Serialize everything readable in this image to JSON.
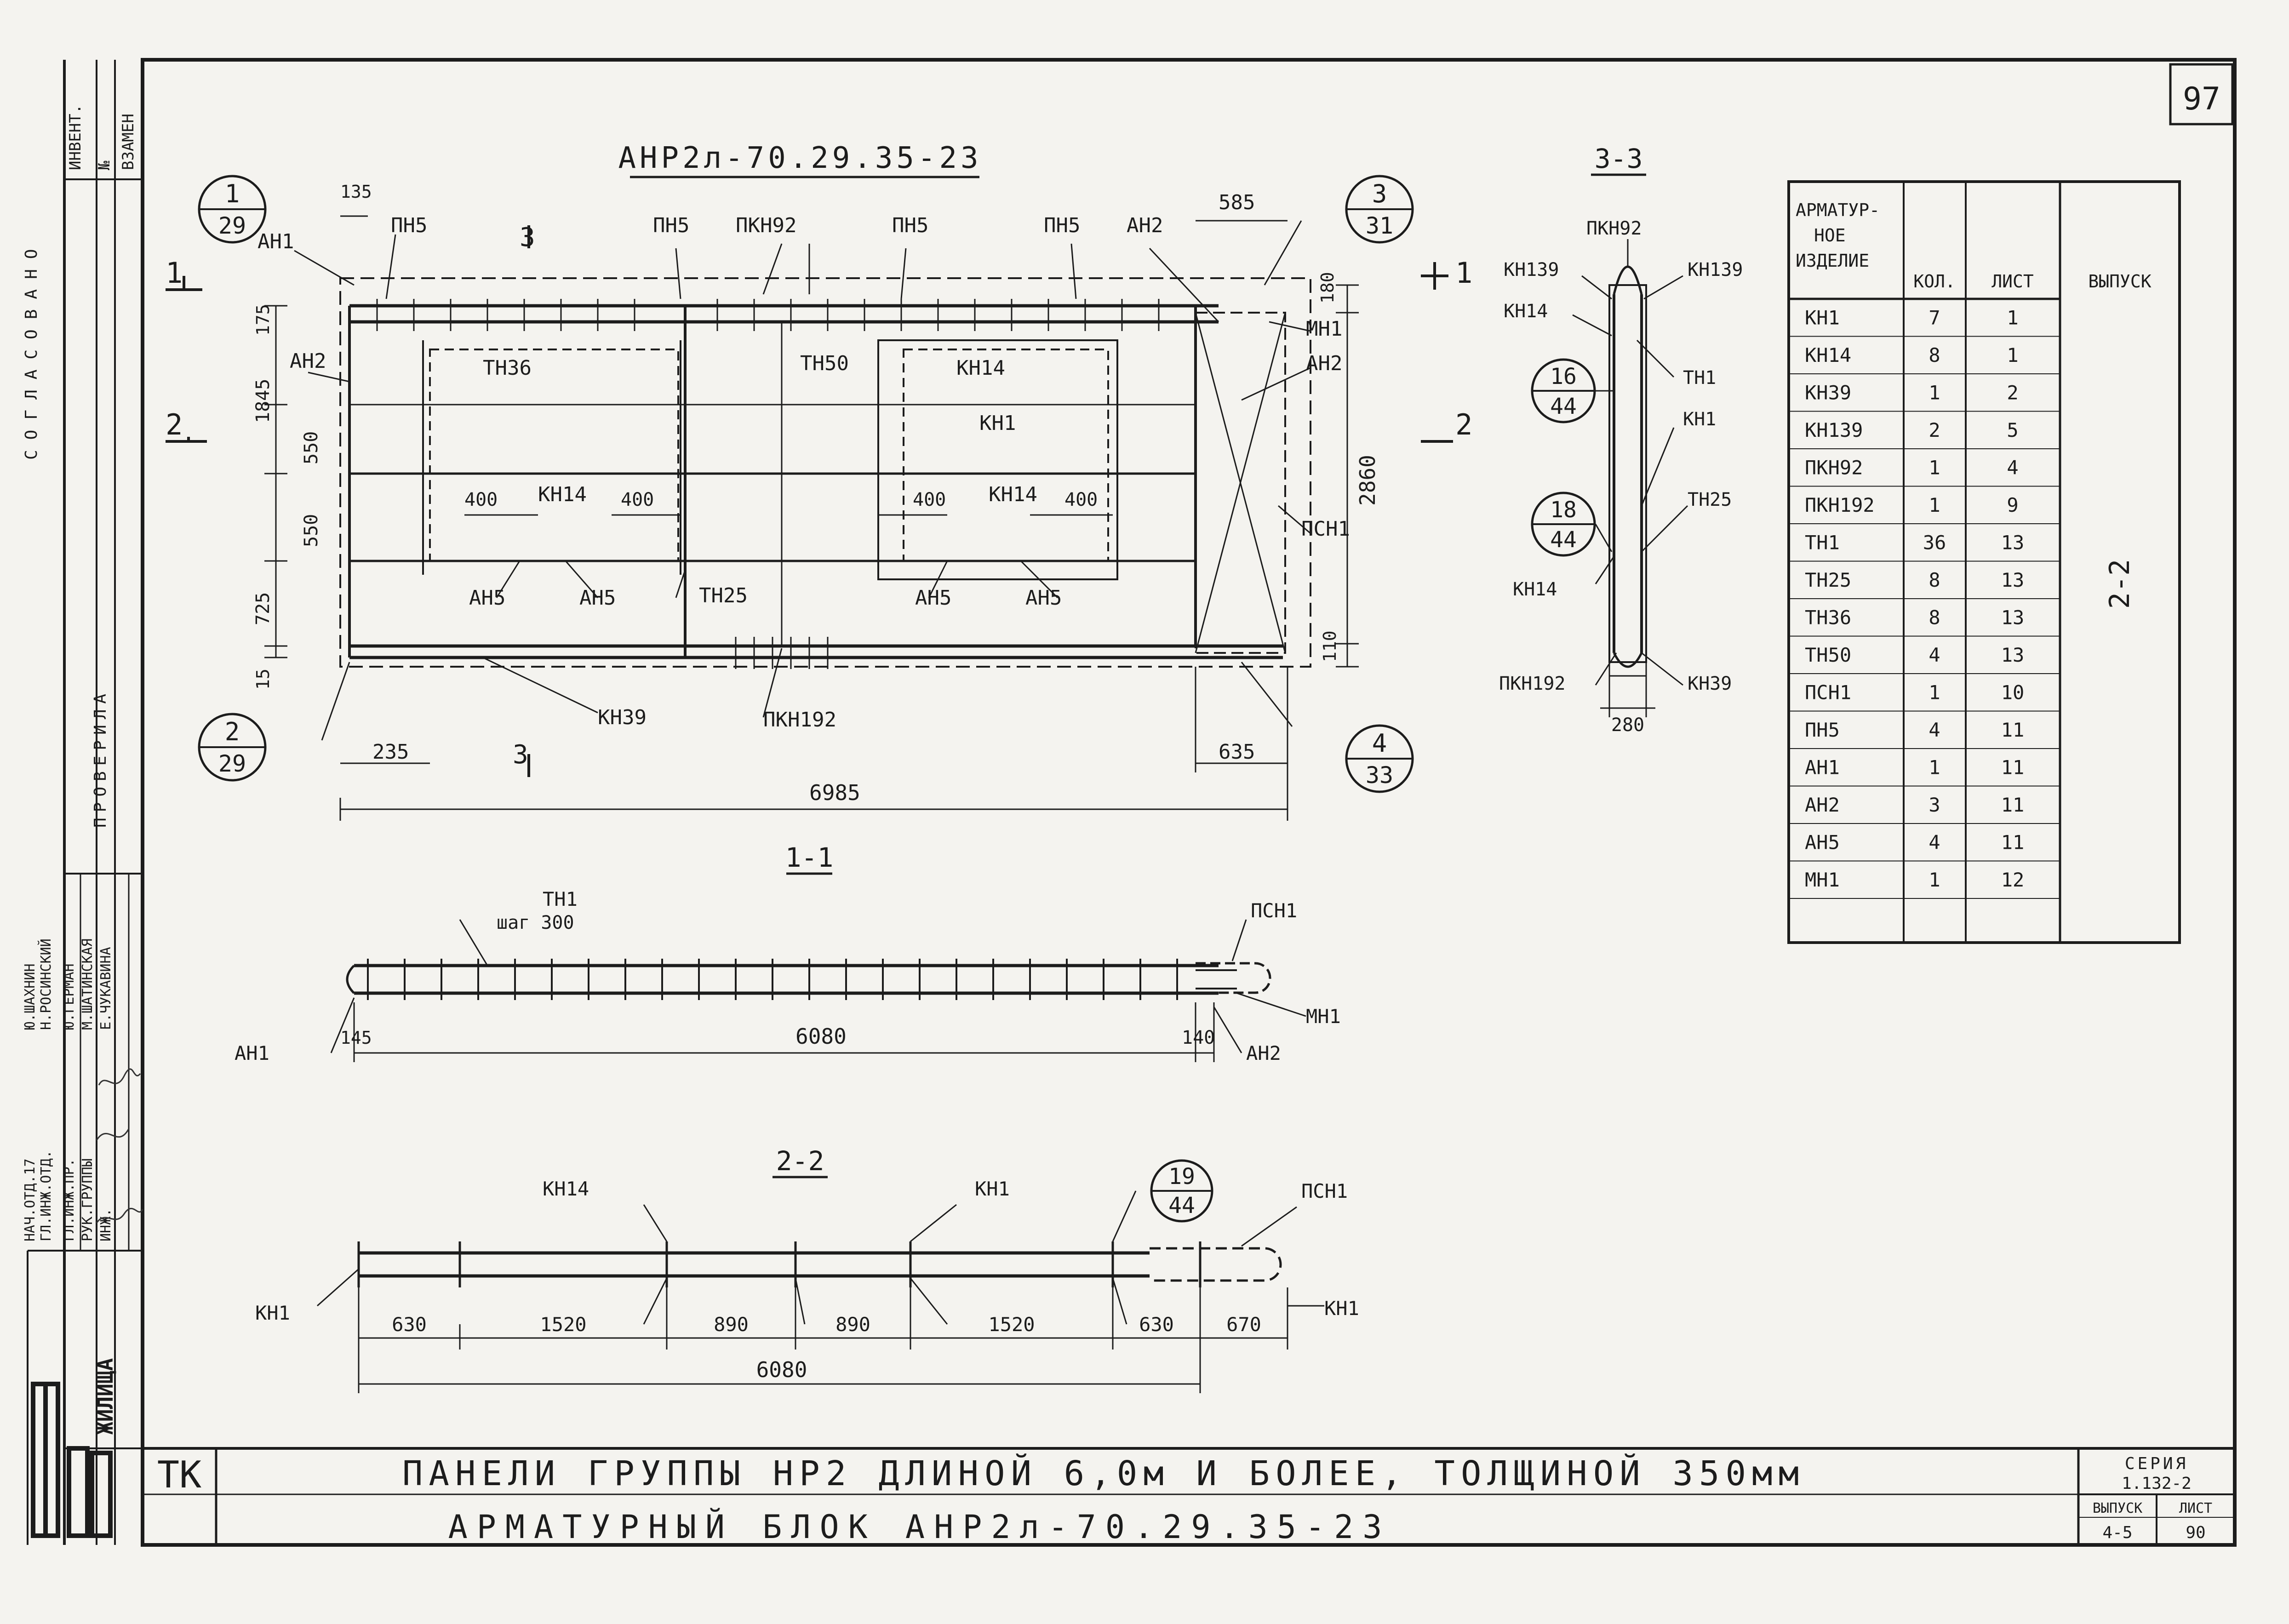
{
  "sheet_number": "97",
  "main_view": {
    "title": "АНР2л-70.29.35-23",
    "dims": {
      "d135": "135",
      "d585": "585",
      "d180": "180",
      "d175": "175",
      "d1845": "1845",
      "d550a": "550",
      "d550b": "550",
      "d725": "725",
      "d15": "15",
      "d2860": "2860",
      "d110": "110",
      "d235": "235",
      "d635": "635",
      "d6985": "6985",
      "d400a": "400",
      "d400b": "400",
      "d400c": "400",
      "d400d": "400"
    },
    "labels": {
      "an1": "АН1",
      "pn5a": "ПН5",
      "pn5b": "ПН5",
      "pkn92": "ПКН92",
      "pn5c": "ПН5",
      "pn5d": "ПН5",
      "an2top": "АН2",
      "mn1": "МН1",
      "an2r": "АН2",
      "an2l": "АН2",
      "tn36": "ТН36",
      "tn50": "ТН50",
      "kn14a": "КН14",
      "kn1": "КН1",
      "kn14b": "КН14",
      "kn14c": "КН14",
      "psn1": "ПСН1",
      "an5a": "АН5",
      "an5b": "АН5",
      "tn25": "ТН25",
      "an5c": "АН5",
      "an5d": "АН5",
      "kn39": "КН39",
      "pkn192": "ПКН192"
    },
    "callouts": [
      {
        "top": "1",
        "bottom": "29"
      },
      {
        "top": "2",
        "bottom": "29"
      },
      {
        "top": "3",
        "bottom": "31"
      },
      {
        "top": "4",
        "bottom": "33"
      }
    ],
    "section_marks": {
      "s1a": "1",
      "s1b": "1",
      "s2a": "2",
      "s2b": "2",
      "s3a": "3",
      "s3b": "3"
    }
  },
  "section_3_3": {
    "title": "3-3",
    "labels": {
      "pkn92": "ПКН92",
      "kn139a": "КН139",
      "kn139b": "КН139",
      "kn14a": "КН14",
      "tn1": "ТН1",
      "kn1": "КН1",
      "tn25": "ТН25",
      "kn14b": "КН14",
      "pkn192": "ПКН192",
      "kn39": "КН39"
    },
    "dim280": "280",
    "callouts": [
      {
        "top": "16",
        "bottom": "44"
      },
      {
        "top": "18",
        "bottom": "44"
      }
    ]
  },
  "section_1_1": {
    "title": "1-1",
    "labels": {
      "tn1": "ТН1",
      "step": "шаг 300",
      "psn1": "ПСН1",
      "mn1": "МН1",
      "an1": "АН1",
      "an2": "АН2"
    },
    "dims": {
      "d145": "145",
      "d6080": "6080",
      "d140": "140"
    }
  },
  "section_2_2": {
    "title": "2-2",
    "labels": {
      "kn14": "КН14",
      "kn1a": "КН1",
      "psn1": "ПСН1",
      "kn1l": "КН1",
      "kn1r": "КН1"
    },
    "callout": {
      "top": "19",
      "bottom": "44"
    },
    "dims": [
      "630",
      "1520",
      "890",
      "890",
      "1520",
      "630",
      "670"
    ],
    "total": "6080"
  },
  "spec_table": {
    "headers": [
      "АРМАТУР-\nНОЕ\nИЗДЕЛИЕ",
      "КОЛ.",
      "ЛИСТ",
      "ВЫПУСК"
    ],
    "rows": [
      [
        "КН1",
        "7",
        "1"
      ],
      [
        "КН14",
        "8",
        "1"
      ],
      [
        "КН39",
        "1",
        "2"
      ],
      [
        "КН139",
        "2",
        "5"
      ],
      [
        "ПКН92",
        "1",
        "4"
      ],
      [
        "ПКН192",
        "1",
        "9"
      ],
      [
        "ТН1",
        "36",
        "13"
      ],
      [
        "ТН25",
        "8",
        "13"
      ],
      [
        "ТН36",
        "8",
        "13"
      ],
      [
        "ТН50",
        "4",
        "13"
      ],
      [
        "ПСН1",
        "1",
        "10"
      ],
      [
        "ПН5",
        "4",
        "11"
      ],
      [
        "АН1",
        "1",
        "11"
      ],
      [
        "АН2",
        "3",
        "11"
      ],
      [
        "АН5",
        "4",
        "11"
      ],
      [
        "МН1",
        "1",
        "12"
      ]
    ],
    "release": "2-2"
  },
  "left_strip": {
    "top_cells": [
      "ИНВЕНТ.",
      "№",
      "ВЗАМЕН"
    ],
    "agreement": "СОГЛАСОВАНО",
    "check": "ПРОВЕРИЛА",
    "roles": [
      "НАЧ.ОТД.17",
      "ГЛ.ИНЖ.ОТД.",
      "ГЛ.ИНЖ.ПР.",
      "РУК.ГРУППЫ",
      "ИНЖ."
    ],
    "names": [
      "Ю.ШАХНИН",
      "Н.РОСИНСКИЙ",
      "Ю.ГЕРМАН",
      "М.ШАТИНСКАЯ",
      "Е.ЧУКАВИНА"
    ],
    "org": "ЖИЛИЩА"
  },
  "title_block": {
    "code": "ТК",
    "line1": "ПАНЕЛИ ГРУППЫ НР2 ДЛИНОЙ 6,0м И БОЛЕЕ, ТОЛЩИНОЙ 350мм",
    "line2": "АРМАТУРНЫЙ БЛОК АНР2л-70.29.35-23",
    "series_label": "СЕРИЯ",
    "series": "1.132-2",
    "release_label": "ВЫПУСК",
    "sheet_label": "ЛИСТ",
    "release": "4-5",
    "sheet": "90"
  }
}
